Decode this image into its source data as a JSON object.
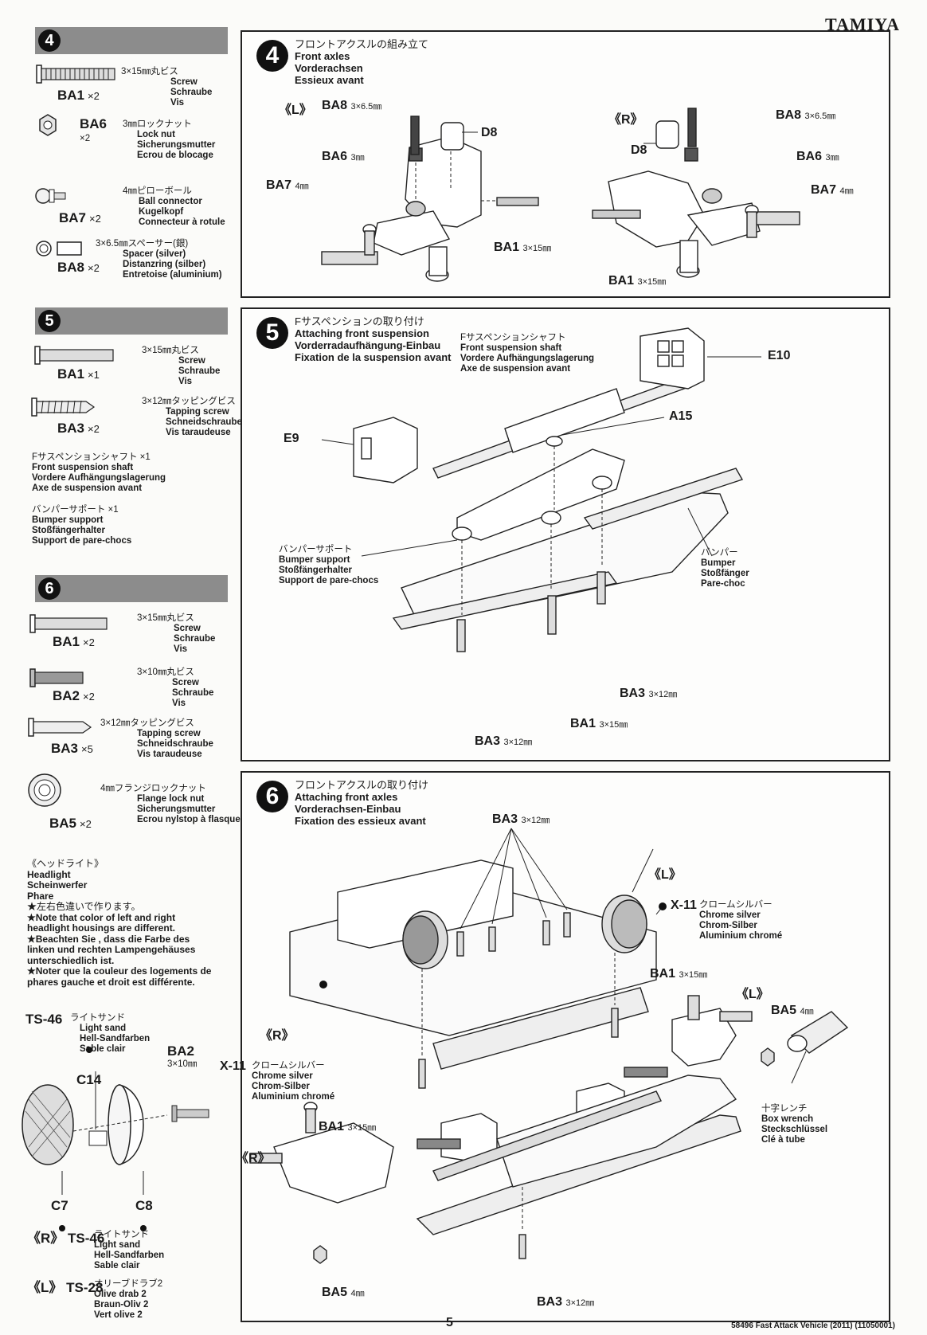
{
  "brand": "TAMIYA",
  "page_number": "5",
  "footer_code": "58496 Fast Attack Vehicle (2011) (11050001)",
  "left": {
    "step4": {
      "number": "4",
      "parts": [
        {
          "code": "BA1",
          "qty": "×2",
          "size_jp": "3×15㎜丸ビス",
          "names": [
            "Screw",
            "Schraube",
            "Vis"
          ]
        },
        {
          "code": "BA6",
          "qty": "×2",
          "size_jp": "3㎜ロックナット",
          "names": [
            "Lock nut",
            "Sicherungsmutter",
            "Ecrou de blocage"
          ]
        },
        {
          "code": "BA7",
          "qty": "×2",
          "size_jp": "4㎜ピローボール",
          "names": [
            "Ball connector",
            "Kugelkopf",
            "Connecteur à rotule"
          ]
        },
        {
          "code": "BA8",
          "qty": "×2",
          "size_jp": "3×6.5㎜スペーサー(銀)",
          "names": [
            "Spacer (silver)",
            "Distanzring (silber)",
            "Entretoise (aluminium)"
          ]
        }
      ]
    },
    "step5": {
      "number": "5",
      "parts": [
        {
          "code": "BA1",
          "qty": "×1",
          "size_jp": "3×15㎜丸ビス",
          "names": [
            "Screw",
            "Schraube",
            "Vis"
          ]
        },
        {
          "code": "BA3",
          "qty": "×2",
          "size_jp": "3×12㎜タッピングビス",
          "names": [
            "Tapping screw",
            "Schneidschraube",
            "Vis taraudeuse"
          ]
        }
      ],
      "extra": [
        {
          "jp": "Fサスペンションシャフト ×1",
          "names": [
            "Front suspension shaft",
            "Vordere Aufhängungslagerung",
            "Axe de suspension avant"
          ]
        },
        {
          "jp": "バンパーサポート ×1",
          "names": [
            "Bumper support",
            "Stoßfängerhalter",
            "Support de pare-chocs"
          ]
        }
      ]
    },
    "step6": {
      "number": "6",
      "parts": [
        {
          "code": "BA1",
          "qty": "×2",
          "size_jp": "3×15㎜丸ビス",
          "names": [
            "Screw",
            "Schraube",
            "Vis"
          ]
        },
        {
          "code": "BA2",
          "qty": "×2",
          "size_jp": "3×10㎜丸ビス",
          "names": [
            "Screw",
            "Schraube",
            "Vis"
          ]
        },
        {
          "code": "BA3",
          "qty": "×5",
          "size_jp": "3×12㎜タッピングビス",
          "names": [
            "Tapping screw",
            "Schneidschraube",
            "Vis taraudeuse"
          ]
        },
        {
          "code": "BA5",
          "qty": "×2",
          "size_jp": "4㎜フランジロックナット",
          "names": [
            "Flange lock nut",
            "Sicherungsmutter",
            "Ecrou nylstop à flasque"
          ]
        }
      ]
    },
    "headlight": {
      "jp": "《ヘッドライト》",
      "names": [
        "Headlight",
        "Scheinwerfer",
        "Phare"
      ],
      "note_jp": "★左右色違いで作ります。",
      "notes": [
        "★Note that color of left and right headlight housings are different.",
        "★Beachten Sie , dass die Farbe des linken und rechten Lampengehäuses unterschiedlich ist.",
        "★Noter que la couleur des logements de phares gauche et droit est différente."
      ],
      "paint1": {
        "code": "TS-46",
        "jp": "ライトサンド",
        "names": [
          "Light sand",
          "Hell-Sandfarben",
          "Sable clair"
        ]
      },
      "c14": "C14",
      "ba2": "BA2",
      "ba2_size": "3×10㎜",
      "c7": "C7",
      "c8": "C8",
      "paint_r": {
        "side": "《R》",
        "code": "TS-46",
        "jp": "ライトサンド",
        "names": [
          "Light sand",
          "Hell-Sandfarben",
          "Sable clair"
        ]
      },
      "paint_l": {
        "side": "《L》",
        "code": "TS-28",
        "jp": "オリーブドラブ2",
        "names": [
          "Olive drab 2",
          "Braun-Oliv 2",
          "Vert olive 2"
        ]
      }
    }
  },
  "panel4": {
    "number": "4",
    "title_jp": "フロントアクスルの組み立て",
    "titles": [
      "Front axles",
      "Vorderachsen",
      "Essieux avant"
    ],
    "side_l": "《L》",
    "side_r": "《R》",
    "ba8": "BA8",
    "ba8_size": "3×6.5㎜",
    "d8": "D8",
    "ba6": "BA6",
    "ba6_size": "3㎜",
    "ba7": "BA7",
    "ba7_size": "4㎜",
    "ba1": "BA1",
    "ba1_size": "3×15㎜"
  },
  "panel5": {
    "number": "5",
    "title_jp": "Fサスペンションの取り付け",
    "titles": [
      "Attaching front suspension",
      "Vorderradaufhängung-Einbau",
      "Fixation de la suspension avant"
    ],
    "shaft_jp": "Fサスペンションシャフト",
    "shaft": [
      "Front suspension shaft",
      "Vordere Aufhängungslagerung",
      "Axe de suspension avant"
    ],
    "e10": "E10",
    "e9": "E9",
    "a15": "A15",
    "support_jp": "バンパーサポート",
    "support": [
      "Bumper support",
      "Stoßfängerhalter",
      "Support de pare-chocs"
    ],
    "bumper_jp": "バンパー",
    "bumper": [
      "Bumper",
      "Stoßfänger",
      "Pare-choc"
    ],
    "ba3": "BA3",
    "ba3_size": "3×12㎜",
    "ba1": "BA1",
    "ba1_size": "3×15㎜"
  },
  "panel6": {
    "number": "6",
    "title_jp": "フロントアクスルの取り付け",
    "titles": [
      "Attaching front axles",
      "Vorderachsen-Einbau",
      "Fixation des essieux avant"
    ],
    "ba3": "BA3",
    "ba3_size": "3×12㎜",
    "side_l": "《L》",
    "side_r": "《R》",
    "x11": "X-11",
    "x11_jp": "クロームシルバー",
    "x11_names": [
      "Chrome silver",
      "Chrom-Silber",
      "Aluminium chromé"
    ],
    "ba1": "BA1",
    "ba1_size": "3×15㎜",
    "ba5": "BA5",
    "ba5_size": "4㎜",
    "wrench_jp": "十字レンチ",
    "wrench": [
      "Box wrench",
      "Steckschlüssel",
      "Clé à tube"
    ]
  }
}
